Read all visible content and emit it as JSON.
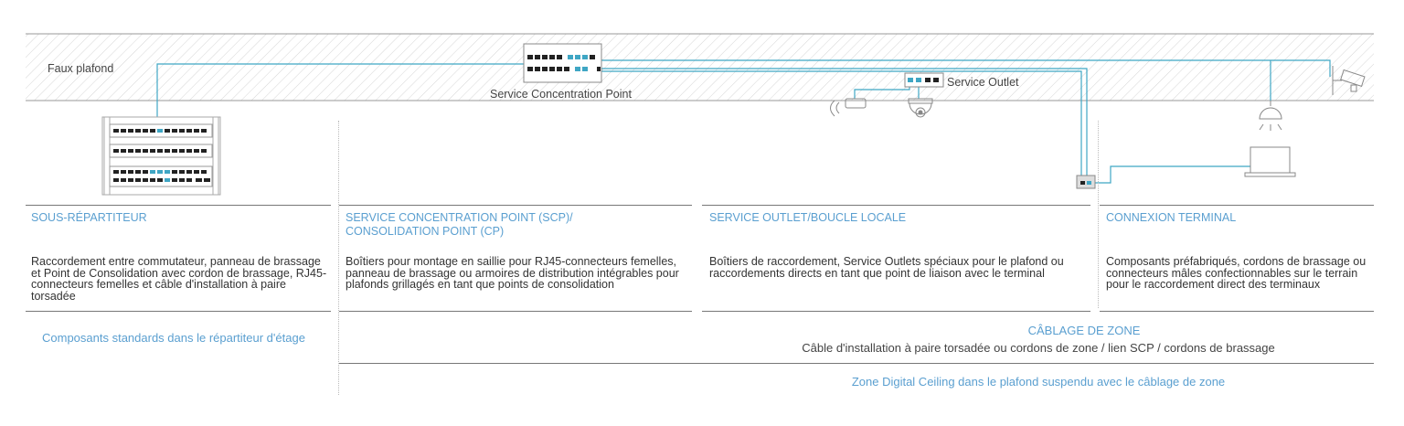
{
  "diagram": {
    "labels": {
      "faux_plafond": "Faux plafond",
      "scp": "Service Concentration Point",
      "service_outlet": "Service Outlet"
    },
    "columns": [
      {
        "title": "SOUS-RÉPARTITEUR",
        "description": "Raccordement entre commutateur, panneau de brassage et Point de Consolidation avec cordon de brassage, RJ45-connecteurs femelles et câble d'installation à paire torsadée"
      },
      {
        "title": "SERVICE CONCENTRATION POINT (SCP)/ CONSOLIDATION POINT (CP)",
        "description": "Boîtiers pour montage en saillie pour RJ45-connecteurs femelles, panneau de brassage ou armoires de distribution intégrables pour plafonds grillagés en tant que points de consolidation"
      },
      {
        "title": "SERVICE OUTLET/BOUCLE LOCALE",
        "description": "Boîtiers de raccordement, Service Outlets spéciaux pour le plafond ou raccordements directs en tant que point de liaison avec le terminal"
      },
      {
        "title": "CONNEXION TERMINAL",
        "description": "Composants préfabriqués, cordons de brassage ou connecteurs mâles confectionnables sur le terrain pour le raccordement direct des terminaux"
      }
    ],
    "footer": {
      "standard_components": "Composants standards dans le répartiteur d'étage",
      "zone_cabling_title": "CÂBLAGE DE ZONE",
      "zone_cabling_sub": "Câble d'installation à paire torsadée ou cordons de zone / lien SCP / cordons de brassage",
      "digital_ceiling": "Zone Digital Ceiling dans le plafond suspendu avec le câblage de zone"
    },
    "colors": {
      "accent": "#5a9fd0",
      "cable": "#3fa6c4",
      "text": "#333333",
      "line": "#777777",
      "port": "#222222",
      "hatch": "#d0d0d0"
    },
    "icons": [
      "patch-panel-icon",
      "scp-panel-icon",
      "service-outlet-icon",
      "wifi-access-point-icon",
      "dome-camera-icon",
      "bullet-camera-icon",
      "ceiling-light-icon",
      "laptop-icon",
      "floor-outlet-icon"
    ]
  }
}
